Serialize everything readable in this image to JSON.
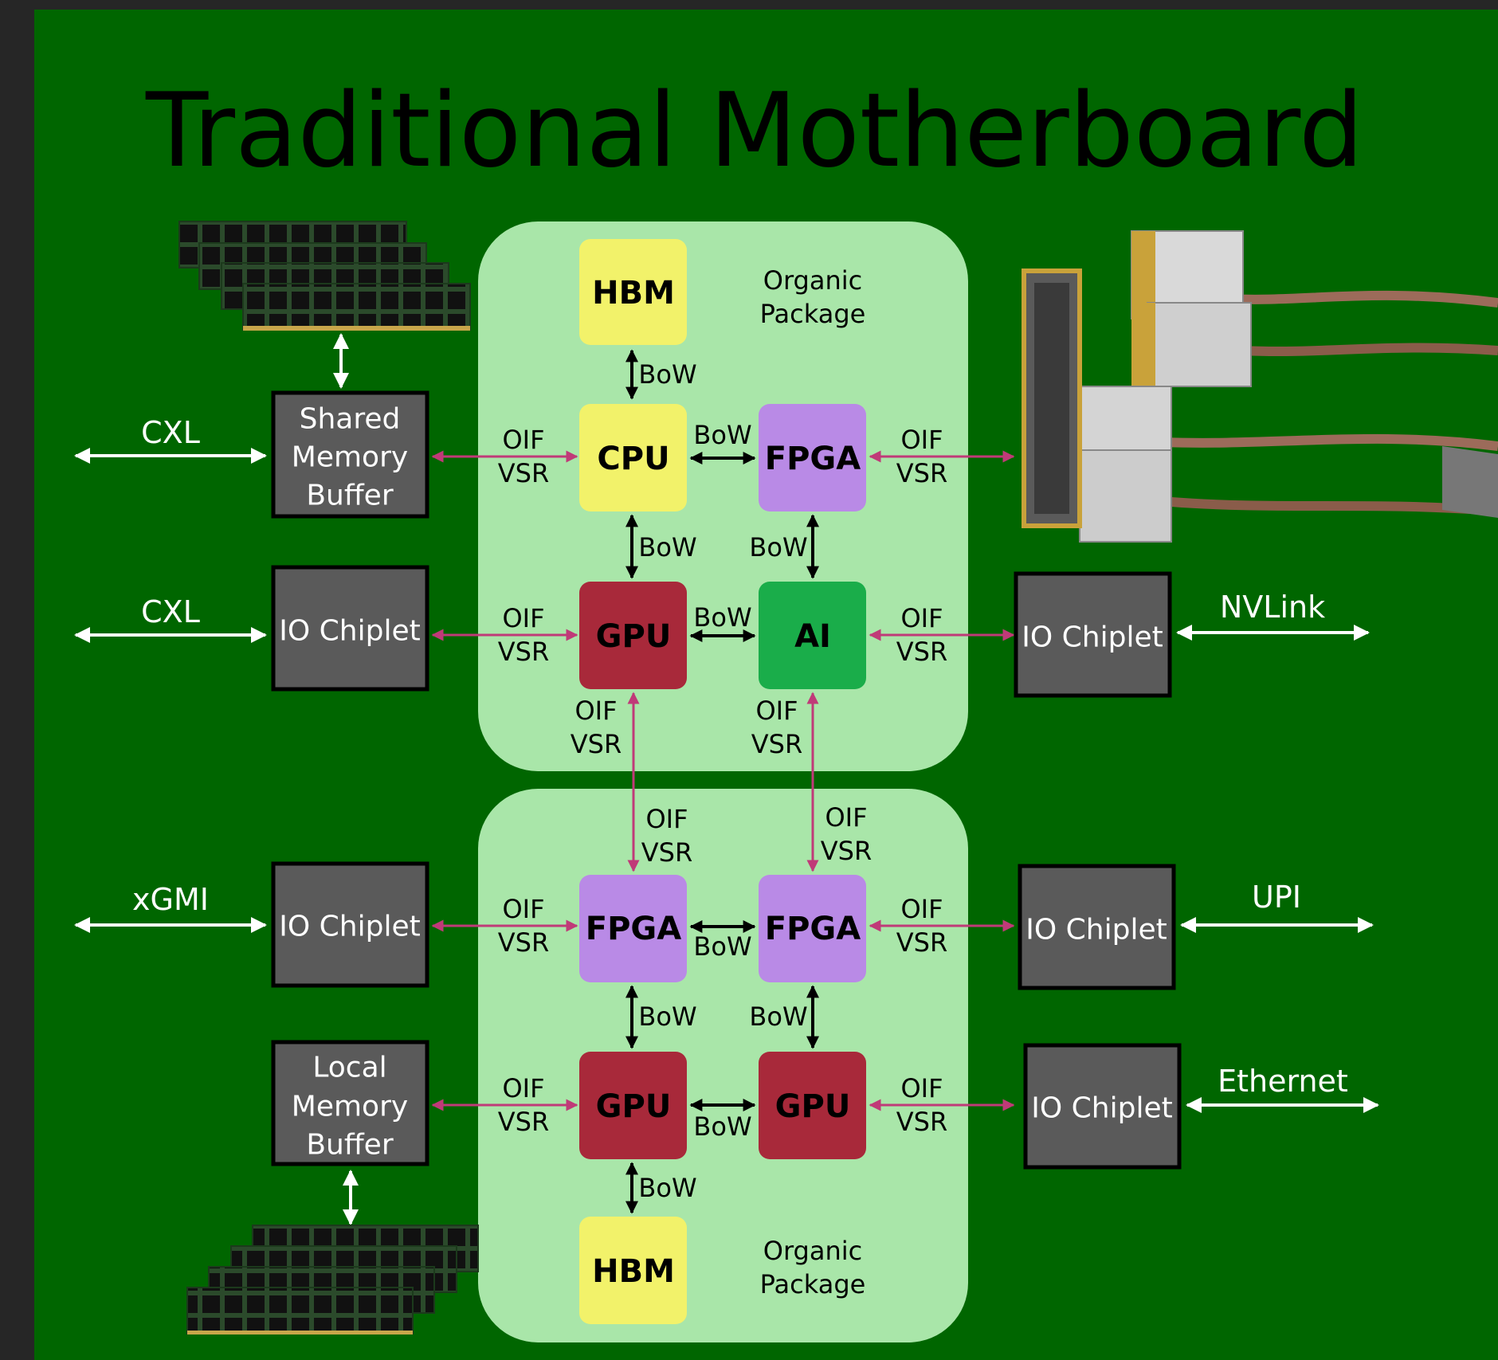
{
  "title": "Traditional Motherboard",
  "package_label": "Organic\nPackage",
  "package_label_line1": "Organic",
  "package_label_line2": "Package",
  "chips": {
    "hbm_top": "HBM",
    "cpu": "CPU",
    "fpga_top": "FPGA",
    "gpu_top": "GPU",
    "ai": "AI",
    "fpga_bl": "FPGA",
    "fpga_br": "FPGA",
    "gpu_bl": "GPU",
    "gpu_br": "GPU",
    "hbm_bottom": "HBM"
  },
  "link_labels": {
    "bow": "BoW",
    "oif": "OIF",
    "vsr": "VSR"
  },
  "boxes": {
    "shared_memory": [
      "Shared",
      "Memory",
      "Buffer"
    ],
    "io_chiplet": "IO Chiplet",
    "local_memory": [
      "Local",
      "Memory",
      "Buffer"
    ]
  },
  "external": {
    "cxl": "CXL",
    "nvlink": "NVLink",
    "xgmi": "xGMI",
    "upi": "UPI",
    "ethernet": "Ethernet"
  },
  "colors": {
    "slide_bg": "#006600",
    "package": "#a9e6a9",
    "hbm_cpu": "#f2f26a",
    "fpga": "#b98ae6",
    "gpu": "#a8293a",
    "ai": "#1aad4a",
    "io_box": "#5a5a5a",
    "link_pink": "#c03a78"
  },
  "icons": [
    "dram-module-icon",
    "cable-connector-icon"
  ]
}
